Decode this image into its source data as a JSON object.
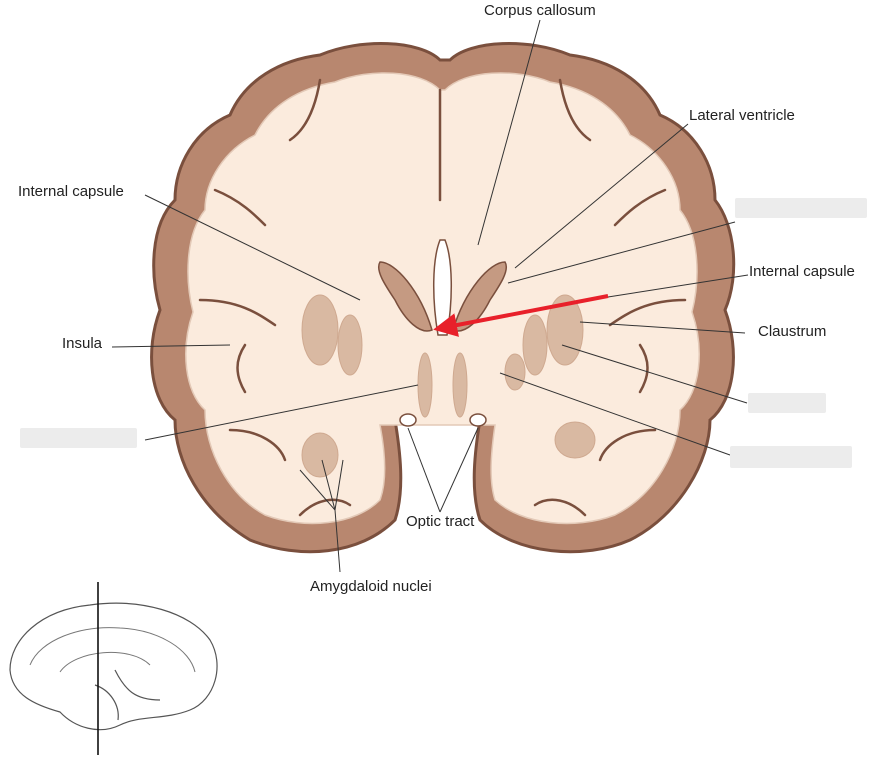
{
  "labels": {
    "corpus_callosum": "Corpus callosum",
    "lateral_ventricle": "Lateral ventricle",
    "internal_capsule_left": "Internal capsule",
    "internal_capsule_right": "Internal capsule",
    "insula": "Insula",
    "claustrum": "Claustrum",
    "optic_tract": "Optic tract",
    "amygdaloid_nuclei": "Amygdaloid nuclei"
  },
  "colors": {
    "cortex": "#b8876f",
    "cortex_outline": "#7a4f3d",
    "white_matter": "#fbebdd",
    "nuclei": "#d9b9a2",
    "ventricle": "#c59a82",
    "arrow": "#e8202a",
    "leader": "#333333"
  },
  "icons": {
    "arrow": "red-arrow-icon",
    "inset": "sagittal-brain-inset"
  }
}
